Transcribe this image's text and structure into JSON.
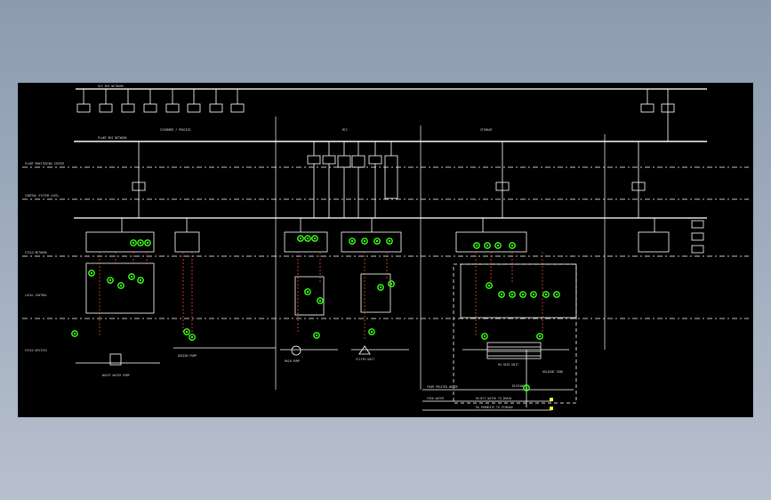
{
  "colors": {
    "background": "#000000",
    "line": "#ffffff",
    "instrument": "#39ff14",
    "highlight": "#ffff33",
    "frame_bg": "#9aa6b8"
  },
  "icons": [
    "transmitter-icon",
    "controller-icon",
    "valve-icon",
    "pump-icon",
    "tank-icon",
    "motor-icon"
  ],
  "diagram": {
    "top_bus_label": "DCS BUS NETWORK",
    "mid_bus_label": "PLANT BUS NETWORK",
    "section_a_label": "SCRUBBER / PROCESS",
    "section_b_label": "MCC",
    "section_c_label": "STORAGE",
    "left_levels": [
      "PLANT MONITORING CENTER",
      "CONTROL SYSTEM LEVEL",
      "FIELD NETWORK",
      "LOCAL CONTROL",
      "FIELD DEVICES"
    ],
    "process_labels": [
      "WASTE WATER PUMP",
      "DOSING PUMP",
      "MAIN PUMP",
      "FILTER UNIT",
      "RO SKID UNIT",
      "HOLDING TANK",
      "DISCHARGE"
    ],
    "bottom_notes": [
      "FROM TREATED WATER",
      "REJECT WATER TO DRAIN",
      "RO PERMEATE TO STORAGE",
      "FEED WATER"
    ]
  }
}
